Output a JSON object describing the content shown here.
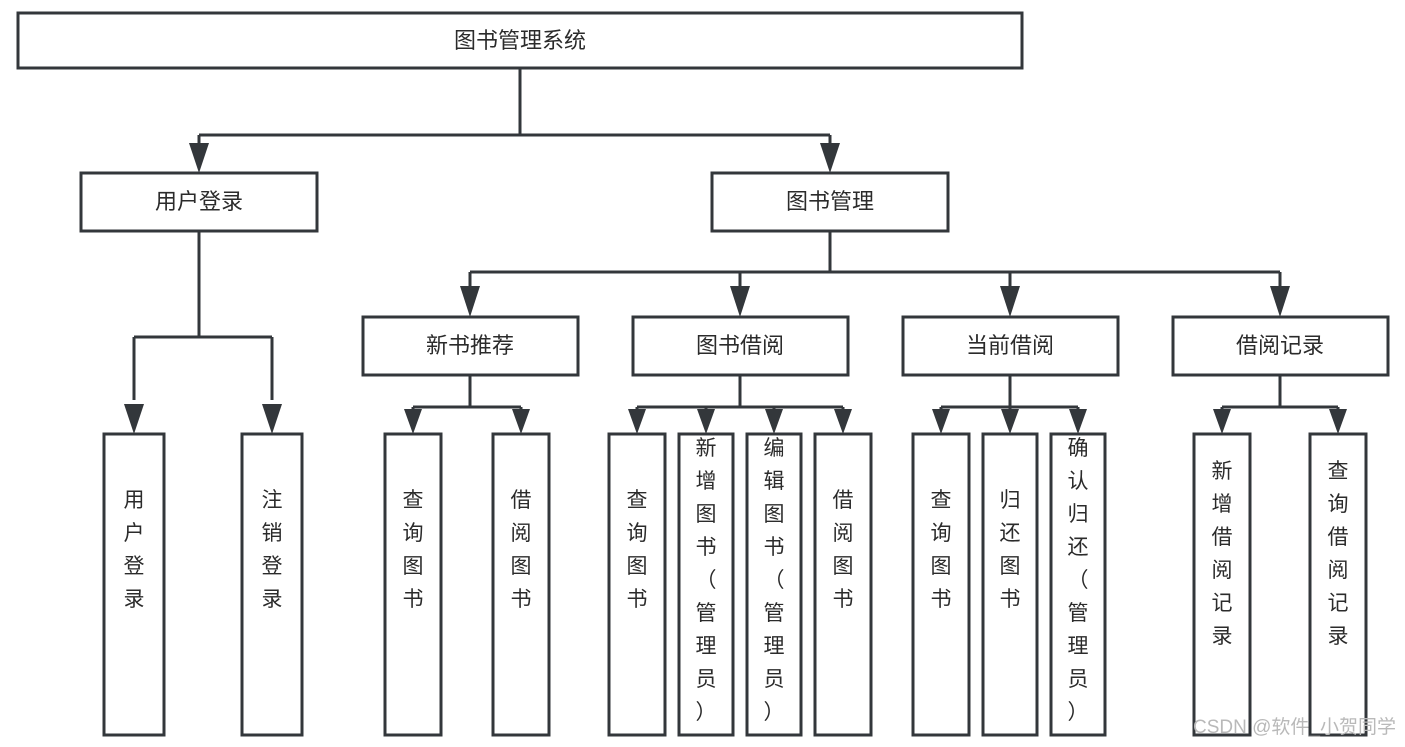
{
  "diagram": {
    "type": "tree-hierarchy-chart",
    "orientation": "top-down",
    "title_node": {
      "id": "root",
      "label": "图书管理系统",
      "text_orientation": "horizontal"
    },
    "level2": [
      {
        "id": "user-login",
        "label": "用户登录",
        "text_orientation": "horizontal"
      },
      {
        "id": "book-manage",
        "label": "图书管理",
        "text_orientation": "horizontal"
      }
    ],
    "level3": [
      {
        "id": "new-book-recommend",
        "label": "新书推荐",
        "text_orientation": "horizontal",
        "parent": "book-manage"
      },
      {
        "id": "book-borrow",
        "label": "图书借阅",
        "text_orientation": "horizontal",
        "parent": "book-manage"
      },
      {
        "id": "current-borrow",
        "label": "当前借阅",
        "text_orientation": "horizontal",
        "parent": "book-manage"
      },
      {
        "id": "borrow-record",
        "label": "借阅记录",
        "text_orientation": "horizontal",
        "parent": "book-manage"
      }
    ],
    "leaves": [
      {
        "id": "leaf-user-login",
        "label": "用户登录",
        "parent": "user-login",
        "text_orientation": "vertical"
      },
      {
        "id": "leaf-logout-login",
        "label": "注销登录",
        "parent": "user-login",
        "text_orientation": "vertical"
      },
      {
        "id": "leaf-query-book-1",
        "label": "查询图书",
        "parent": "new-book-recommend",
        "text_orientation": "vertical"
      },
      {
        "id": "leaf-borrow-book-1",
        "label": "借阅图书",
        "parent": "new-book-recommend",
        "text_orientation": "vertical"
      },
      {
        "id": "leaf-query-book-2",
        "label": "查询图书",
        "parent": "book-borrow",
        "text_orientation": "vertical"
      },
      {
        "id": "leaf-add-book",
        "label": "新增图书（管理员）",
        "parent": "book-borrow",
        "text_orientation": "vertical"
      },
      {
        "id": "leaf-edit-book",
        "label": "编辑图书（管理员）",
        "parent": "book-borrow",
        "text_orientation": "vertical"
      },
      {
        "id": "leaf-borrow-book-2",
        "label": "借阅图书",
        "parent": "book-borrow",
        "text_orientation": "vertical"
      },
      {
        "id": "leaf-query-book-3",
        "label": "查询图书",
        "parent": "current-borrow",
        "text_orientation": "vertical"
      },
      {
        "id": "leaf-return-book",
        "label": "归还图书",
        "parent": "current-borrow",
        "text_orientation": "vertical"
      },
      {
        "id": "leaf-confirm-return",
        "label": "确认归还（管理员）",
        "parent": "current-borrow",
        "text_orientation": "vertical"
      },
      {
        "id": "leaf-add-record",
        "label": "新增借阅记录",
        "parent": "borrow-record",
        "text_orientation": "vertical"
      },
      {
        "id": "leaf-query-record",
        "label": "查询借阅记录",
        "parent": "borrow-record",
        "text_orientation": "vertical"
      }
    ],
    "colors": {
      "box_fill": "#ffffff",
      "box_stroke": "#33373b",
      "connector": "#33373b",
      "text": "#2b2b2b",
      "background": "#ffffff",
      "watermark": "#b9b9b9"
    }
  },
  "watermark": {
    "label": "CSDN @软件_小贺同学"
  }
}
